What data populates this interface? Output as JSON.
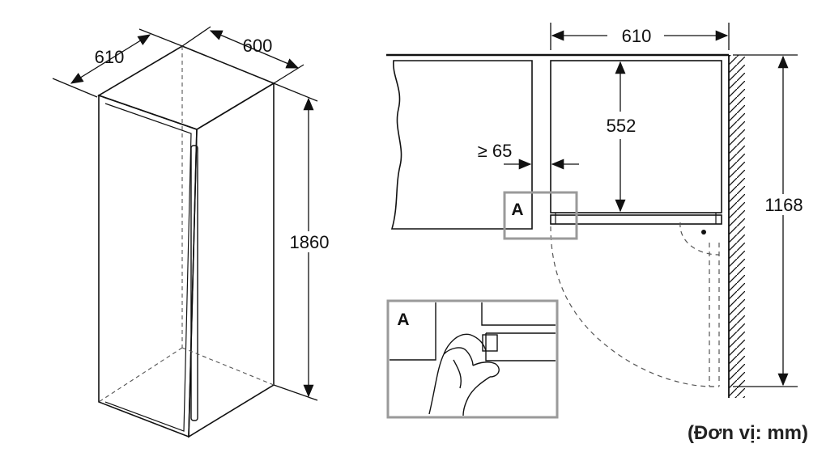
{
  "dimensions": {
    "iso_depth": "610",
    "iso_width": "600",
    "iso_height": "1860",
    "plan_width": "610",
    "plan_depth": "552",
    "min_clearance": "≥ 65",
    "door_swing_depth": "1168"
  },
  "callouts": {
    "detail_label": "A",
    "detail_zoom_label": "A"
  },
  "units": "(Đơn vị: mm)",
  "colors": {
    "line": "#111111",
    "highlight_box": "#9a9a9a",
    "dashed": "#555555"
  }
}
